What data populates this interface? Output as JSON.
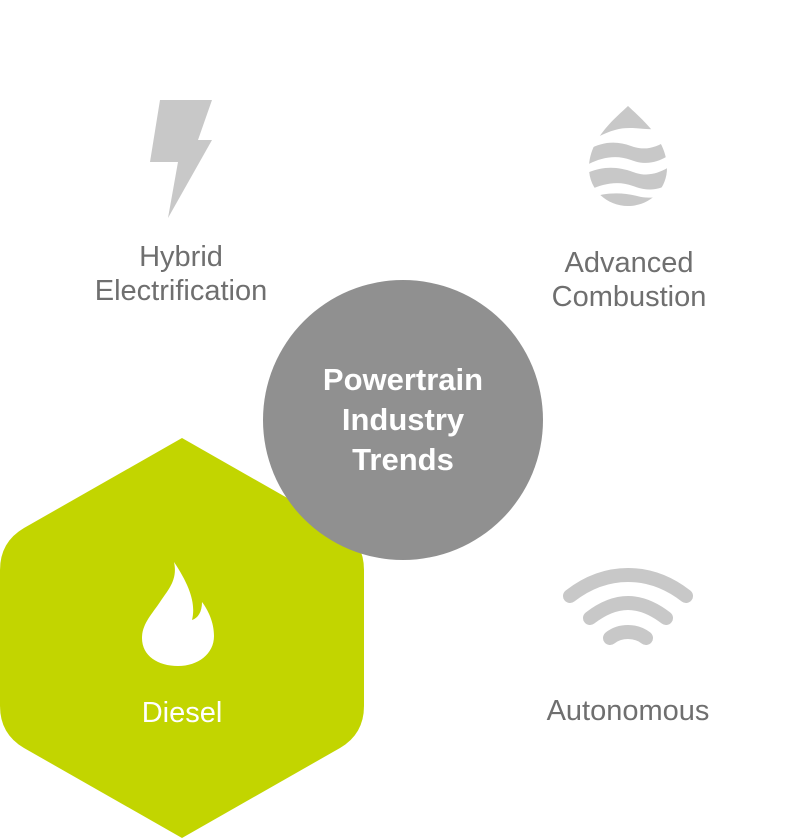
{
  "center": {
    "title": "Powertrain\nIndustry\nTrends"
  },
  "nodes": [
    {
      "label": "Hybrid\nElectrification",
      "icon": "lightning-bolt-icon",
      "highlighted": false
    },
    {
      "label": "Advanced\nCombustion",
      "icon": "fuel-drop-icon",
      "highlighted": false
    },
    {
      "label": "Diesel",
      "icon": "flame-icon",
      "highlighted": true
    },
    {
      "label": "Autonomous",
      "icon": "wireless-signal-icon",
      "highlighted": false
    }
  ],
  "colors": {
    "center_fill": "#909090",
    "highlight_fill": "#c2d500",
    "icon_gray": "#c8c8c8",
    "label_gray": "#6f6f6f",
    "white": "#ffffff"
  }
}
